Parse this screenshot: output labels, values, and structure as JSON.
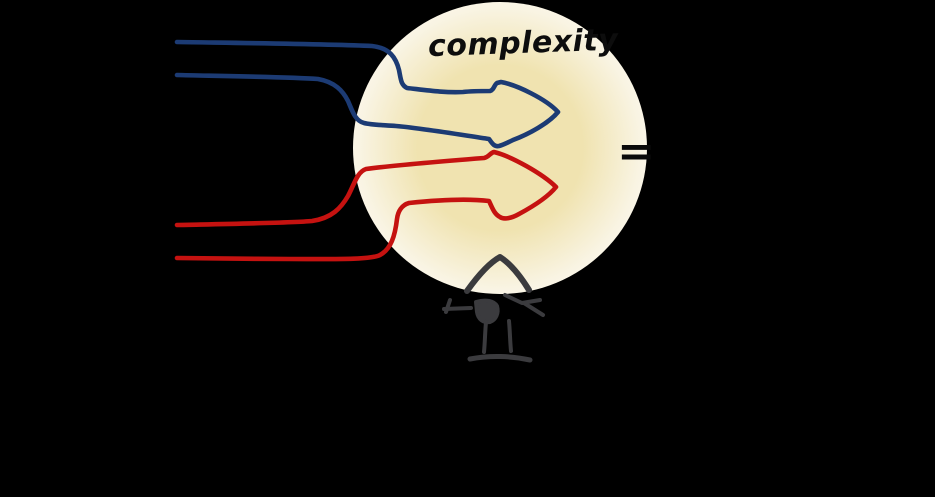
{
  "scene": {
    "background_color": "#000000",
    "label": {
      "text": "complexity",
      "color": "#0d0d0d"
    },
    "equals": {
      "text": "=",
      "color": "#0a0a0a"
    },
    "glow": {
      "icon": "glow-orb-icon",
      "core_color": "#f0e3b0",
      "mid_color": "#f9f4e3",
      "edge_color": "#fffdf7"
    },
    "arrows": {
      "blue": {
        "icon": "blue-tangle-arrow-icon",
        "color": "#1c3b74",
        "strands": 2,
        "direction": "right"
      },
      "red": {
        "icon": "red-tangle-arrow-icon",
        "color": "#c51210",
        "strands": 2,
        "direction": "right"
      }
    },
    "figure": {
      "icon": "sketch-figure-icon",
      "color": "#3b3b3e"
    }
  }
}
